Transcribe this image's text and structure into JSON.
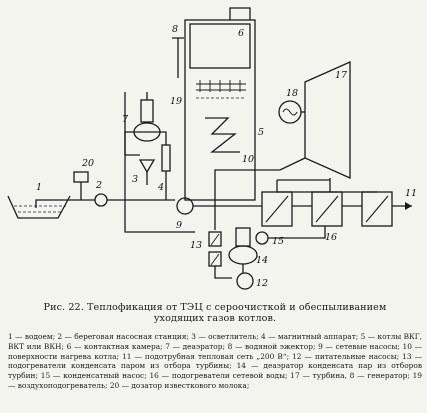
{
  "figure": {
    "labels": {
      "l1": "1",
      "l2": "2",
      "l3": "3",
      "l4": "4",
      "l5": "5",
      "l6": "6",
      "l7": "7",
      "l8": "8",
      "l9": "9",
      "l10": "10",
      "l11": "11",
      "l12": "12",
      "l13": "13",
      "l14": "14",
      "l15": "15",
      "l16": "16",
      "l17": "17",
      "l18": "18",
      "l19": "19",
      "l20": "20"
    }
  },
  "caption": {
    "line1": "Рис. 22. Теплофикация от ТЭЦ с сероочисткой и обеспыливанием",
    "line2": "уходящих газов котлов."
  },
  "legend": {
    "text": "1 — водоем; 2 — береговая насосная станция; 3 — осветлитель; 4 — магнитный аппарат; 5 — котлы ВКГ, ВКТ или ВКН; 6 — контактная камера; 7 — деаэратор; 8 — водяной эжектор; 9 — сетевые насосы; 10 — поверхности нагрева котла; 11 — подотрубная тепловая сеть „200 В“; 12 — питательные насосы; 13 — подогреватели конденсата паром из отбора турбины; 14 — деаэратор конденсата пар из отборов турбин; 15 — конденсатный насос; 16 — подогреватели сетевой воды; 17 — турбина, 8 — генератор; 19 — воздухоподогреватель; 20 — дозатор известкового молока;"
  }
}
